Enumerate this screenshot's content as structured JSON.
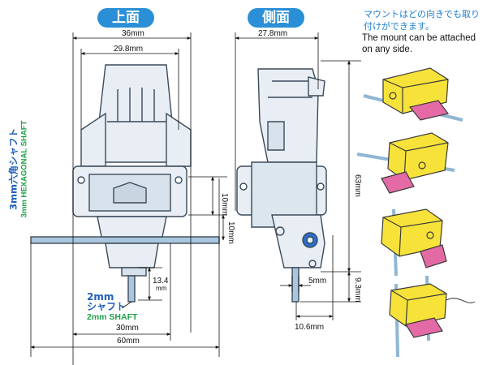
{
  "headings": {
    "top_view": "上面",
    "side_view": "側面"
  },
  "notes": {
    "mount_ja": "マウントはどの向きでも取り付けができます。",
    "mount_en": "The mount can be attached on any side."
  },
  "shaft_hex": {
    "ja": "3mm六角シャフト",
    "en": "3mm HEXAGONAL SHAFT"
  },
  "shaft_2mm": {
    "ja_1": "2mm",
    "ja_2": "シャフト",
    "en": "2mm SHAFT"
  },
  "dimensions": {
    "top_width": "36mm",
    "top_inner_width": "29.8mm",
    "top_mount_height": "10mm",
    "top_shaft_height": "10mm",
    "top_shaft_len_1": "13.4",
    "top_shaft_len_2": "mm",
    "bottom_width": "30mm",
    "overall_width": "60mm",
    "side_depth": "27.8mm",
    "side_height": "63mm",
    "side_shaft_offset": "5mm",
    "side_shaft_len": "9.3mm",
    "side_bottom": "10.6mm"
  },
  "colors": {
    "accent": "#2a8fd6",
    "motor_body": "#e8eef4",
    "motor_outline": "#3b4a5a",
    "yellow_motor": "#f7e23a",
    "pink_mount": "#e46aa6",
    "shaft": "#a9c6dc"
  }
}
